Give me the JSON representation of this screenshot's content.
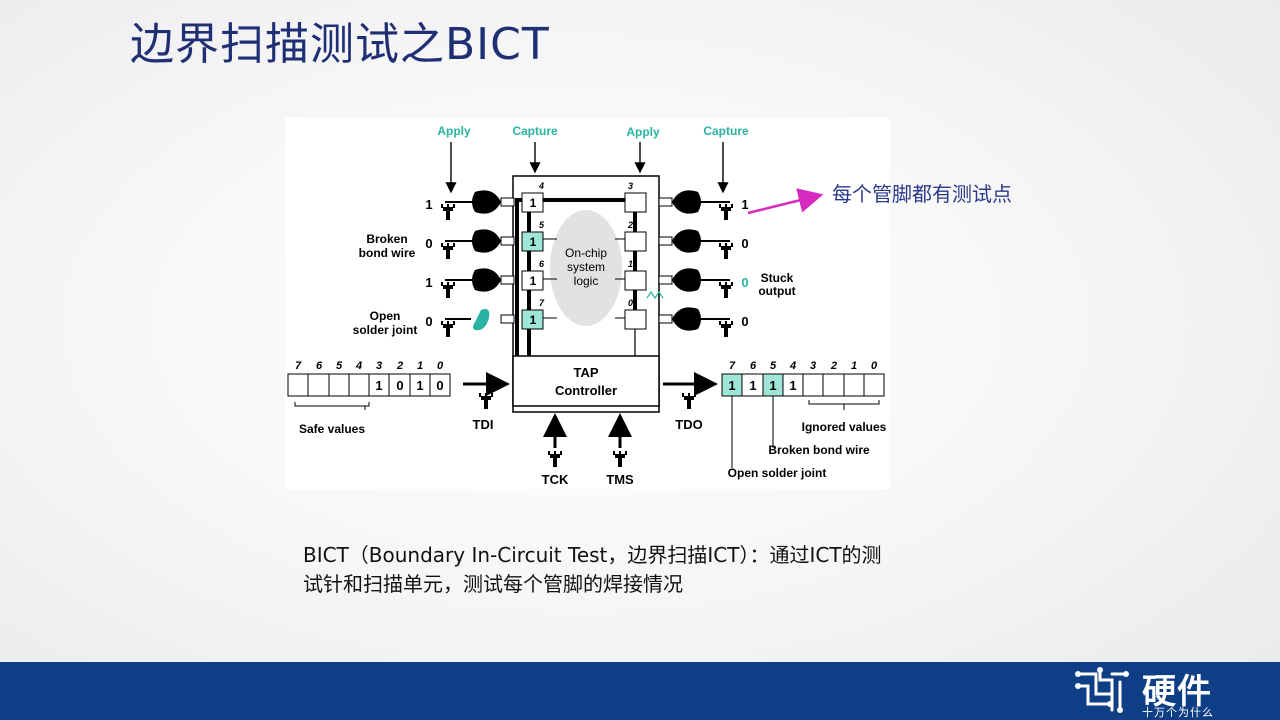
{
  "slide": {
    "title": "边界扫描测试之BICT",
    "callout": "每个管脚都有测试点",
    "caption_line1": "BICT（Boundary In-Circuit Test，边界扫描ICT）：通过ICT的测",
    "caption_line2": "试针和扫描单元，测试每个管脚的焊接情况"
  },
  "diagram": {
    "labels": {
      "apply_left": "Apply",
      "capture_left": "Capture",
      "apply_right": "Apply",
      "capture_right": "Capture",
      "broken_bond_wire_1": "Broken",
      "broken_bond_wire_2": "bond wire",
      "open_solder_joint_1": "Open",
      "open_solder_joint_2": "solder joint",
      "stuck_output_1": "Stuck",
      "stuck_output_2": "output",
      "core_line1": "On-chip",
      "core_line2": "system",
      "core_line3": "logic",
      "tap_line1": "TAP",
      "tap_line2": "Controller",
      "tdi": "TDI",
      "tdo": "TDO",
      "tck": "TCK",
      "tms": "TMS",
      "safe_values": "Safe values",
      "ignored_values": "Ignored  values",
      "broken_bond_wire_bottom": "Broken bond wire",
      "open_solder_joint_bottom": "Open solder joint"
    },
    "left_pin_values": [
      "1",
      "0",
      "1",
      "0"
    ],
    "right_pin_values": [
      "1",
      "0",
      "0",
      "0"
    ],
    "left_cell_numbers": [
      "4",
      "5",
      "6",
      "7"
    ],
    "right_cell_numbers": [
      "3",
      "2",
      "1",
      "0"
    ],
    "left_cell_values": [
      "1",
      "1",
      "1",
      "1"
    ],
    "input_register": {
      "indices": [
        "7",
        "6",
        "5",
        "4",
        "3",
        "2",
        "1",
        "0"
      ],
      "values": [
        "",
        "",
        "",
        "",
        "1",
        "0",
        "1",
        "0"
      ]
    },
    "output_register": {
      "indices": [
        "7",
        "6",
        "5",
        "4",
        "3",
        "2",
        "1",
        "0"
      ],
      "values": [
        "1",
        "1",
        "1",
        "1",
        "",
        "",
        "",
        ""
      ]
    },
    "colors": {
      "highlight_cell": "#9fe6d8",
      "annotation_green": "#2ab3a3",
      "callout_arrow": "#d62ac0",
      "title": "#1f2f73",
      "footer": "#0e3e86"
    }
  },
  "logo": {
    "main": "硬件",
    "sub": "十万个为什么"
  }
}
